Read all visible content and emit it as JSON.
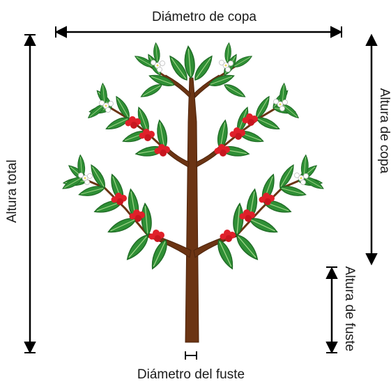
{
  "labels": {
    "crown_diameter": "Diámetro de copa",
    "total_height": "Altura total",
    "crown_height": "Altura de copa",
    "stem_height": "Altura de fuste",
    "stem_diameter": "Diámetro del fuste"
  },
  "colors": {
    "leaf": "#2f8f35",
    "leaf_dark": "#1f6b25",
    "trunk": "#6b3413",
    "berry": "#e0202a",
    "flower": "#ffffff",
    "arrow": "#000000"
  },
  "icons": [
    "coffee-tree-illustration",
    "double-arrow-horizontal",
    "double-arrow-vertical"
  ]
}
